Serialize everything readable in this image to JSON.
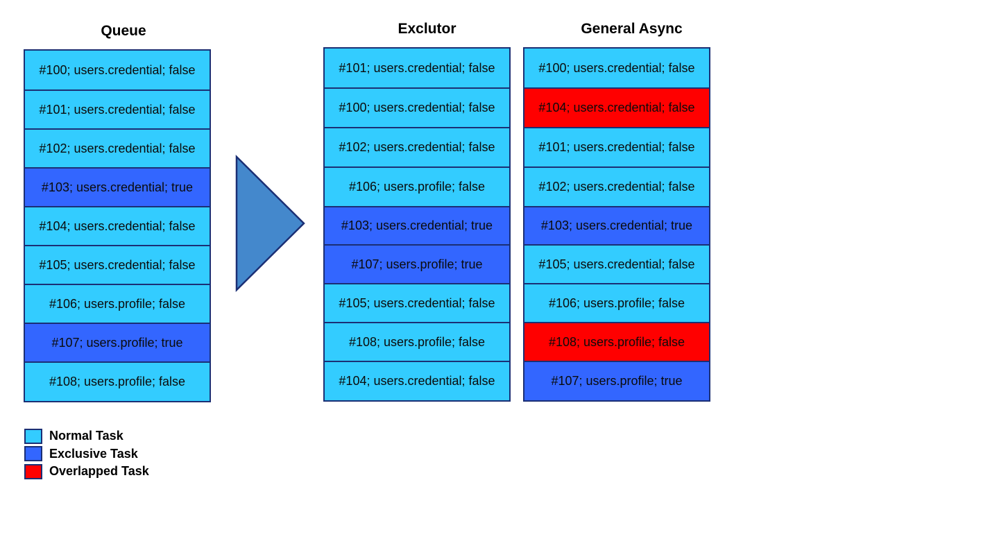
{
  "colors": {
    "normal": "#33ccff",
    "exclusive": "#3366ff",
    "overlapped": "#ff0000",
    "border": "#1b2f74",
    "arrow": "#4488cc"
  },
  "columns": [
    {
      "title": "Queue",
      "items": [
        {
          "label": "#100; users.credential; false",
          "kind": "normal"
        },
        {
          "label": "#101; users.credential; false",
          "kind": "normal"
        },
        {
          "label": "#102; users.credential; false",
          "kind": "normal"
        },
        {
          "label": "#103; users.credential; true",
          "kind": "exclusive"
        },
        {
          "label": "#104; users.credential; false",
          "kind": "normal"
        },
        {
          "label": "#105; users.credential; false",
          "kind": "normal"
        },
        {
          "label": "#106; users.profile; false",
          "kind": "normal"
        },
        {
          "label": "#107; users.profile; true",
          "kind": "exclusive"
        },
        {
          "label": "#108; users.profile; false",
          "kind": "normal"
        }
      ]
    },
    {
      "title": "Exclutor",
      "items": [
        {
          "label": "#101; users.credential; false",
          "kind": "normal"
        },
        {
          "label": "#100; users.credential; false",
          "kind": "normal"
        },
        {
          "label": "#102; users.credential; false",
          "kind": "normal"
        },
        {
          "label": "#106; users.profile; false",
          "kind": "normal"
        },
        {
          "label": "#103; users.credential; true",
          "kind": "exclusive"
        },
        {
          "label": "#107; users.profile; true",
          "kind": "exclusive"
        },
        {
          "label": "#105; users.credential; false",
          "kind": "normal"
        },
        {
          "label": "#108; users.profile; false",
          "kind": "normal"
        },
        {
          "label": "#104; users.credential; false",
          "kind": "normal"
        }
      ]
    },
    {
      "title": "General Async",
      "items": [
        {
          "label": "#100; users.credential; false",
          "kind": "normal"
        },
        {
          "label": "#104; users.credential; false",
          "kind": "overlapped"
        },
        {
          "label": "#101; users.credential; false",
          "kind": "normal"
        },
        {
          "label": "#102; users.credential; false",
          "kind": "normal"
        },
        {
          "label": "#103; users.credential; true",
          "kind": "exclusive"
        },
        {
          "label": "#105; users.credential; false",
          "kind": "normal"
        },
        {
          "label": "#106; users.profile; false",
          "kind": "normal"
        },
        {
          "label": "#108; users.profile; false",
          "kind": "overlapped"
        },
        {
          "label": "#107; users.profile; true",
          "kind": "exclusive"
        }
      ]
    }
  ],
  "legend": [
    {
      "label": "Normal Task",
      "kind": "normal"
    },
    {
      "label": "Exclusive Task",
      "kind": "exclusive"
    },
    {
      "label": "Overlapped Task",
      "kind": "overlapped"
    }
  ]
}
